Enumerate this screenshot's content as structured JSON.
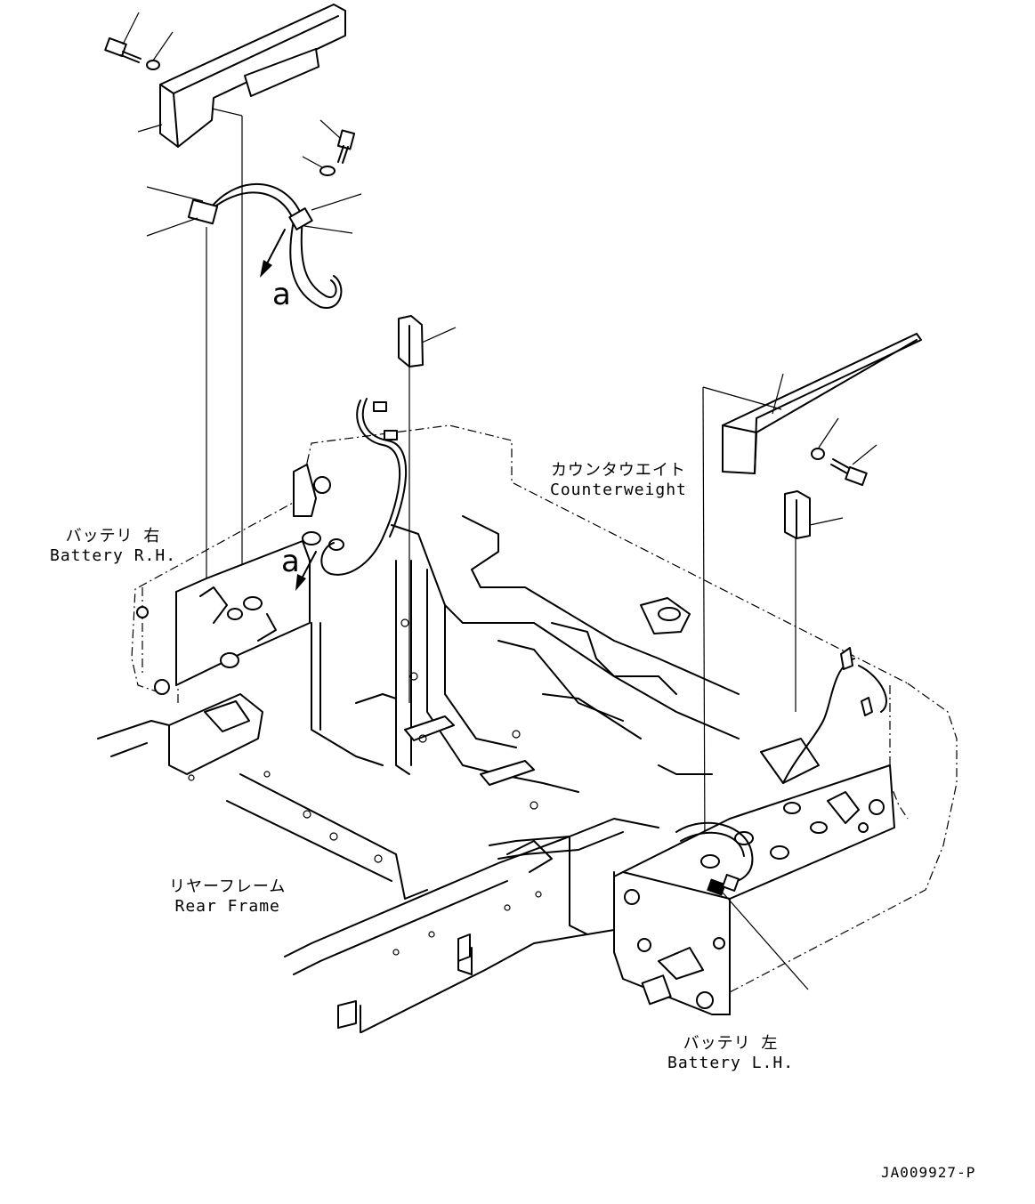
{
  "labels": {
    "counterweight_jp": "カウンタウエイト",
    "counterweight_en": "Counterweight",
    "battery_rh_jp": "バッテリ 右",
    "battery_rh_en": "Battery R.H.",
    "battery_lh_jp": "バッテリ 左",
    "battery_lh_en": "Battery L.H.",
    "rear_frame_jp": "リヤーフレーム",
    "rear_frame_en": "Rear Frame",
    "view_ref_top": "a",
    "view_ref_frame": "a"
  },
  "drawing_number": "JA009927-P"
}
